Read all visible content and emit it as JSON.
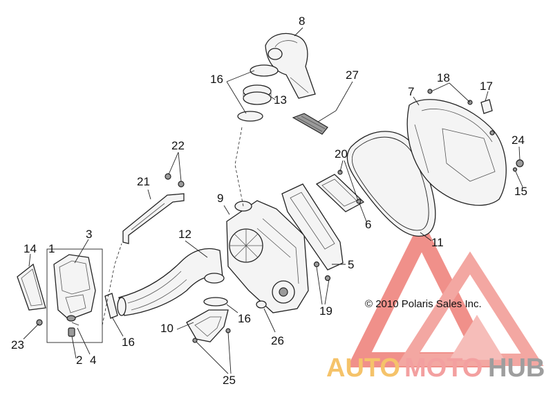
{
  "callouts": {
    "c1": "1",
    "c2": "2",
    "c3": "3",
    "c4": "4",
    "c5": "5",
    "c6": "6",
    "c7": "7",
    "c8": "8",
    "c9": "9",
    "c10": "10",
    "c11": "11",
    "c12": "12",
    "c13": "13",
    "c14": "14",
    "c15": "15",
    "c16a": "16",
    "c16b": "16",
    "c16c": "16",
    "c17": "17",
    "c18": "18",
    "c19": "19",
    "c20": "20",
    "c21": "21",
    "c22": "22",
    "c23": "23",
    "c24": "24",
    "c25": "25",
    "c26": "26",
    "c27": "27"
  },
  "copyright": "© 2010 Polaris Sales Inc.",
  "watermark": {
    "auto": "AUTO",
    "moto": "MOTO",
    "hub": "HUB",
    "colors": {
      "auto": "#f5c36a",
      "moto": "#f3a0a0",
      "hub": "#9e9e9e",
      "logo": "#e8574f"
    }
  }
}
